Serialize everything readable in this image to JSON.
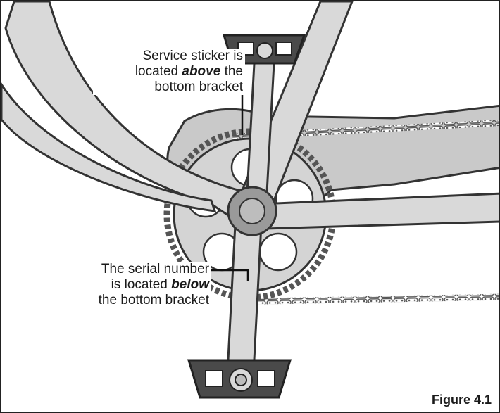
{
  "callouts": {
    "service_sticker": {
      "line1": "Service sticker is",
      "line2_pre": "located ",
      "line2_emph": "above",
      "line2_post": " the",
      "line3": "bottom bracket"
    },
    "serial_number": {
      "line1": "The serial number",
      "line2_pre": "is located ",
      "line2_emph": "below",
      "line3": "the bottom bracket"
    }
  },
  "figure_label": "Figure 4.1",
  "colors": {
    "frame_fill": "#d9d9d9",
    "frame_stroke": "#333333",
    "chainguard_fill": "#c4c4c4",
    "bracket_fill": "#9a9a9a",
    "pedal_fill": "#4a4a4a",
    "chain_stroke": "#555555"
  }
}
